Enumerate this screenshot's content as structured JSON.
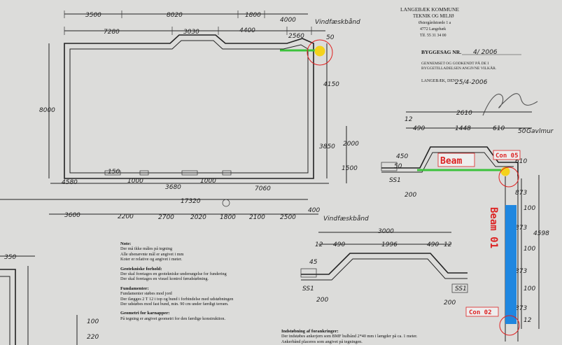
{
  "office": {
    "line1": "LANGEBÆK KOMMUNE",
    "line2": "TEKNIK OG MILJØ",
    "street": "Østergårdstræde 1 a",
    "city": "4772 Langebæk",
    "phone": "Tlf. 55 31 34 00"
  },
  "stamp": {
    "case_label": "BYGGESAG NR.",
    "case_no": "4/ 2006",
    "approved_1": "GENNEMSET OG GODKENDT PÅ DE I",
    "approved_2": "BYGGETILLADELSEN ANGIVNE VILKÅR.",
    "date_label": "LANGEBÆK, DEN",
    "date_value": "25/4-2006"
  },
  "plan": {
    "top_dims": [
      "3500",
      "8020",
      "1800",
      "4000"
    ],
    "top_dim_note": "Vindfæskbånd",
    "second_dims": [
      "7280",
      "3030",
      "4400",
      "2560",
      "50"
    ],
    "left_dim": "8000",
    "right_dims": [
      "4150",
      "3850",
      "2000",
      "1500"
    ],
    "bottom_inner": [
      "150",
      "4580",
      "1000",
      "3680",
      "1000",
      "7060"
    ],
    "bottom_total": "17320",
    "bottom_row": [
      "3600",
      "2200",
      "2700",
      "2020",
      "1800",
      "2100",
      "2500"
    ],
    "bottom_row_note": "Vindfæskbånd",
    "bottom_row_extra": "400"
  },
  "detail1": {
    "top": "2610",
    "row": [
      "490",
      "1448",
      "610",
      "50"
    ],
    "row_note": "Gavlmur",
    "left_12": "12",
    "ss1": "SS1",
    "dim_200": "200",
    "dim_450": "450",
    "dim_50": "50",
    "dim_610": "610",
    "right_vals": [
      "873",
      "100",
      "873",
      "100",
      "873",
      "100",
      "873"
    ],
    "side_total": "4598",
    "side_12": "12"
  },
  "detail2": {
    "top": "3000",
    "row": [
      "12",
      "490",
      "1996",
      "490",
      "12"
    ],
    "ss1_left": "SS1",
    "ss1_right": "SS1",
    "dim_left": "200",
    "dim_right": "200",
    "dim_45": "45"
  },
  "annotations": {
    "beam_label": "Beam",
    "beam01_label": "Beam 01",
    "con05_label": "Con 05",
    "con02_label": "Con 02"
  },
  "notes": {
    "h_note": "Note:",
    "note_lines": [
      "Der må ikke måles på tegning",
      "Alle ubenævnte mål er angivet i mm",
      "Koter er relative og angivet i meter."
    ],
    "h_geo": "Geotekniske forhold:",
    "geo_lines": [
      "Der skal foretages en geotekniske undersøgelse for fundering",
      "Der skal foretages en visuel kontrol førudstøbning."
    ],
    "h_fund": "Fundamenter:",
    "fund_lines": [
      "Fundamenter støbes mod jord",
      "Der ilægges 2 T 12 i top og bund i forbindelse med udstøbningen",
      "Der udstøbes mod fast bund, min. 90 cm under færdigt terræn."
    ],
    "h_geom": "Geometri for karnapper:",
    "geom_lines": [
      "På tegning er angivet geometri for den færdige konstruktion."
    ],
    "h_anchor": "Indstøbning af forankringer:",
    "anchor_lines": [
      "Der indstøbes ankerjern som BMF hulbånd 2*40 mm i længder på ca. 1 meter.",
      "Ankerbånd placeres som angivet på tegningen."
    ]
  },
  "left_edge": {
    "dim_350": "350",
    "dim_100": "100",
    "dim_220": "220"
  },
  "colors": {
    "beam_blue": "#1f87e0",
    "beam_green": "#3cc23c",
    "node_yellow": "#f4d21c",
    "marker_red": "#e02020"
  }
}
